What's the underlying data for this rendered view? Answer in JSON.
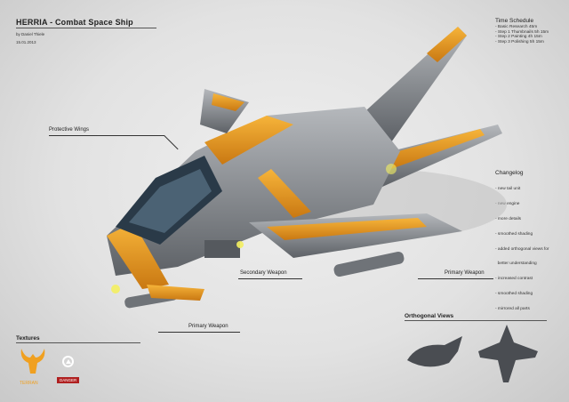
{
  "header": {
    "title": "HERRIA - Combat Space Ship",
    "author": "by Daniel Thiele",
    "date": "15.01.2013"
  },
  "time_schedule": {
    "heading": "Time Schedule",
    "items": [
      "- Basic Research 45m",
      "- Step 1 Thumbnails 5h 15m",
      "- Step 2 Painting 4h 15m",
      "- Step 3 Polishing 5h 15m"
    ]
  },
  "changelog": {
    "heading": "Changelog",
    "items": [
      "- new tail unit",
      "- new engine",
      "- more details",
      "- smoothed shading",
      "- added orthogonal views for",
      "  better understanding",
      "- increased contrast",
      "- smoothed shading",
      "- mirrored all parts"
    ]
  },
  "callouts": {
    "protective_wings": "Protective Wings",
    "secondary_weapon": "Secondary Weapon",
    "primary_weapon_right": "Primary Weapon",
    "primary_weapon_left": "Primary Weapon"
  },
  "orthogonal": {
    "heading": "Orthogonal Views"
  },
  "textures": {
    "heading": "Textures",
    "terran_label": "TERRAN",
    "danger_label": "DANGER"
  },
  "colors": {
    "accent": "#f0a020",
    "hull": "#8e9196",
    "danger": "#b02020"
  }
}
